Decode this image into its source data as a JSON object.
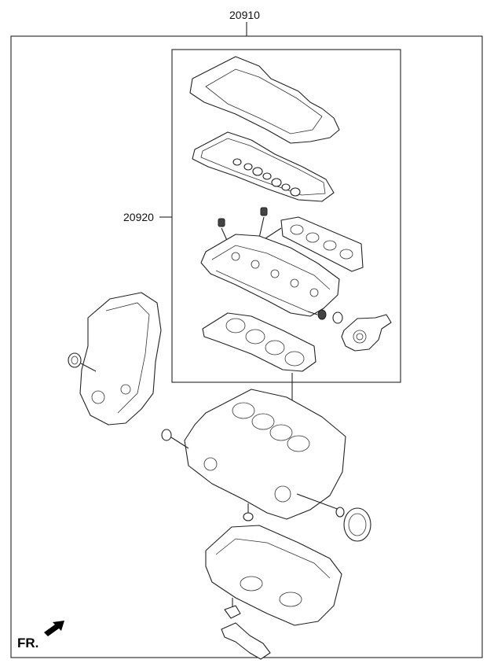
{
  "labels": {
    "assembly": "20910",
    "sub_kit": "20920",
    "front": "FR."
  },
  "icons": {
    "front_arrow": "front-arrow-icon"
  }
}
